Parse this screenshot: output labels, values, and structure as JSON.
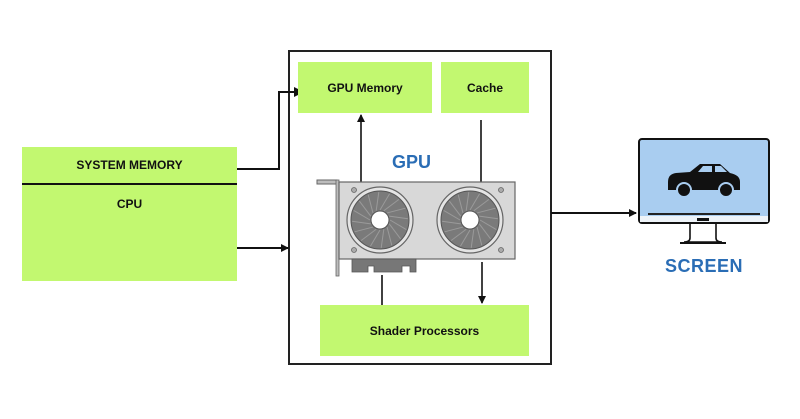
{
  "colors": {
    "block_fill": "#c2f870",
    "accent_text": "#2a6db5",
    "screen_fill": "#a9cdf0",
    "line": "#111111"
  },
  "cpu_block": {
    "system_memory_label": "SYSTEM MEMORY",
    "cpu_label": "CPU"
  },
  "gpu_box": {
    "title": "GPU",
    "gpu_memory_label": "GPU Memory",
    "cache_label": "Cache",
    "shader_label": "Shader Processors",
    "card_icon": "graphics-card-icon"
  },
  "screen": {
    "label": "SCREEN",
    "icon": "monitor-icon",
    "content_icon": "car-icon"
  }
}
